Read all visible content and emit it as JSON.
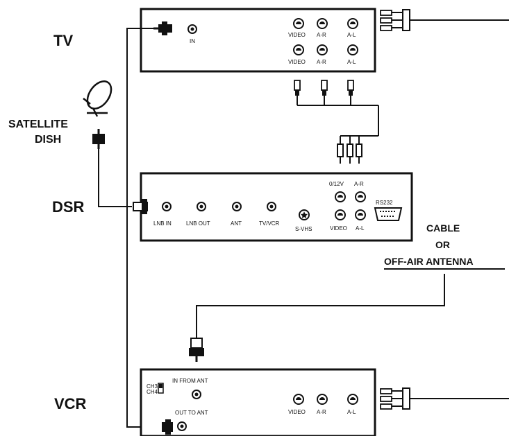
{
  "devices": {
    "tv": {
      "label": "TV",
      "ports": {
        "in": "IN",
        "video_top": "VIDEO",
        "ar_top": "A-R",
        "al_top": "A-L",
        "video_bottom": "VIDEO",
        "ar_bottom": "A-R",
        "al_bottom": "A-L"
      }
    },
    "satellite": {
      "label_line1": "SATELLITE",
      "label_line2": "DISH"
    },
    "dsr": {
      "label": "DSR",
      "ports": {
        "lnb_in": "LNB IN",
        "lnb_out": "LNB OUT",
        "ant": "ANT",
        "tv_vcr": "TV/VCR",
        "svhs": "S-VHS",
        "v12": "0/12V",
        "ar": "A-R",
        "video": "VIDEO",
        "al": "A-L",
        "rs232": "RS232"
      }
    },
    "cable": {
      "line1": "CABLE",
      "line2": "OR",
      "line3": "OFF-AIR ANTENNA"
    },
    "vcr": {
      "label": "VCR",
      "ports": {
        "ch3": "CH3",
        "ch4": "CH4",
        "in_from_ant": "IN FROM ANT",
        "out_to_ant": "OUT TO ANT",
        "video": "VIDEO",
        "ar": "A-R",
        "al": "A-L"
      }
    }
  }
}
